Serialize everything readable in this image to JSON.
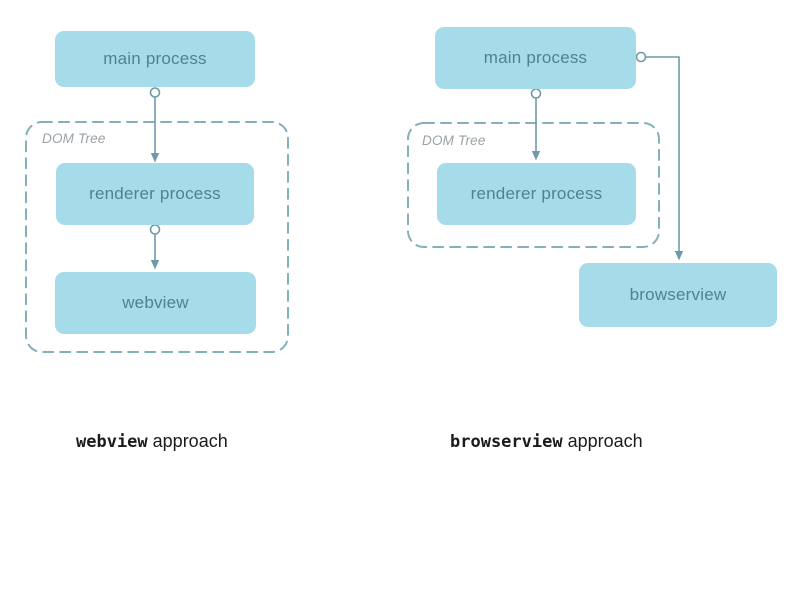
{
  "colors": {
    "background": "#ffffff",
    "box_fill": "#a6dce9",
    "box_text": "#4f828f",
    "connector": "#6f9aa8",
    "dashed_border": "#84afbd",
    "dom_tree_label": "#9aa2a7",
    "caption_text": "#1b1b1b"
  },
  "left": {
    "main_label": "main process",
    "renderer_label": "renderer process",
    "leaf_label": "webview",
    "dom_tree_label": "DOM Tree",
    "caption_code": "webview",
    "caption_rest": "approach"
  },
  "right": {
    "main_label": "main process",
    "renderer_label": "renderer process",
    "leaf_label": "browserview",
    "dom_tree_label": "DOM Tree",
    "caption_code": "browserview",
    "caption_rest": "approach"
  }
}
